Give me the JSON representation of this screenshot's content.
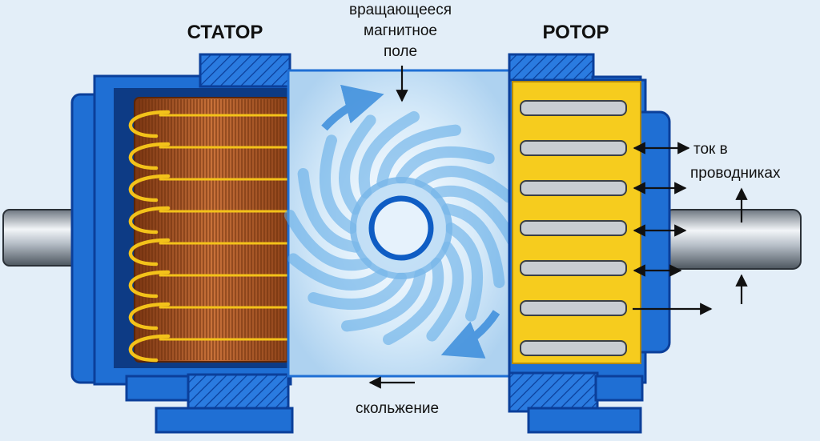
{
  "labels": {
    "stator": "СТАТОР",
    "rotor": "РОТОР",
    "field_line1": "вращающееся",
    "field_line2": "магнитное",
    "field_line3": "поле",
    "current_line1": "ток в",
    "current_line2": "проводниках",
    "slip": "скольжение"
  },
  "colors": {
    "background": "#e3eef8",
    "housing": "#1f6fd4",
    "housing_dark": "#0b3f9a",
    "copper": "#b8612a",
    "coil_wire": "#f3c21a",
    "rotor_core": "#f6cc1e",
    "field_swirl": "#5aa8e6",
    "shaft": "#9aa3ad"
  },
  "icons": [
    "arrow-down-icon",
    "double-arrow-icon",
    "arrow-up-icon",
    "arrow-right-icon"
  ]
}
